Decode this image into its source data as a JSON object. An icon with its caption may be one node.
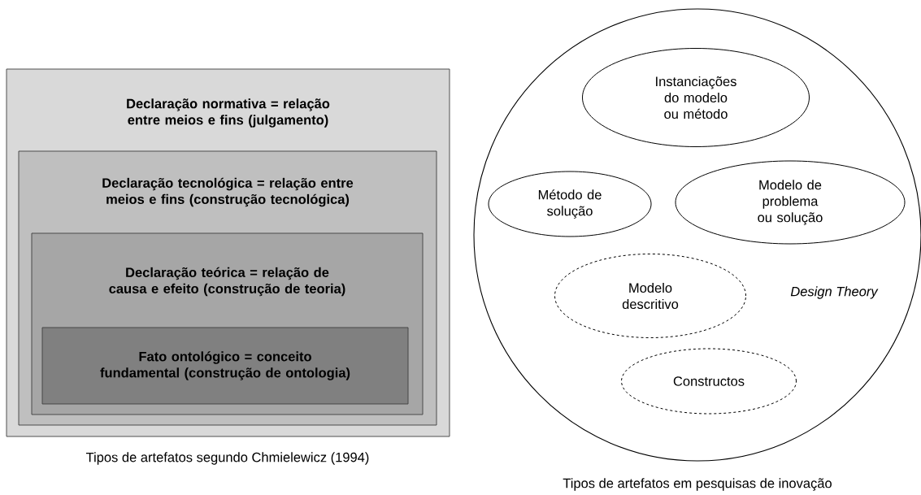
{
  "diagram": {
    "nodes": [
      {
        "text": [
          "Declaração normativa = relação entre meios e fins (julgamento)"
        ],
        "beside": [
          "Tipos de artefatos segundo Chmielewicz (1994)"
        ]
      },
      {
        "text": [
          "Declaração tecnológica = relação entre meios e fins (construção tecnológica)"
        ],
        "in": 0
      },
      {
        "text": [
          "Declaração teórica = relação de causa e efeito (construção de teoria)"
        ],
        "in": 1
      },
      {
        "text": [
          "Fato ontológico = conceito fundamental (construção de ontologia)"
        ],
        "in": 2
      },
      {
        "text": [
          "Design Theory"
        ],
        "beside": [
          "Tipos de artefatos em pesquisas de inovação"
        ]
      },
      {
        "text": [
          "Instanciações do modelo ou método"
        ],
        "in": 4
      },
      {
        "text": [
          "Método de solução"
        ],
        "in": 4
      },
      {
        "text": [
          "Modelo de problema ou solução"
        ],
        "in": 4
      },
      {
        "text": [
          "Modelo descritivo"
        ],
        "in": 4
      },
      {
        "text": [
          "Constructos"
        ],
        "in": 4
      }
    ]
  }
}
